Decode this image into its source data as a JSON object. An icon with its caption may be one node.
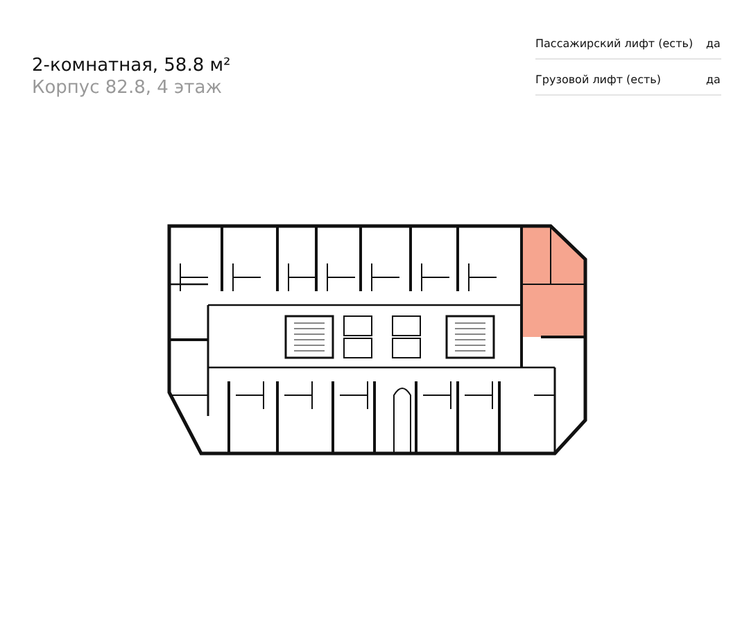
{
  "diagram": {
    "title": "2-комнатная, 58.8 м²",
    "labels": [
      "Корпус 82.8, 4 этаж",
      "Пассажирский лифт (есть)",
      "да",
      "Грузовой лифт (есть)",
      "да"
    ]
  }
}
